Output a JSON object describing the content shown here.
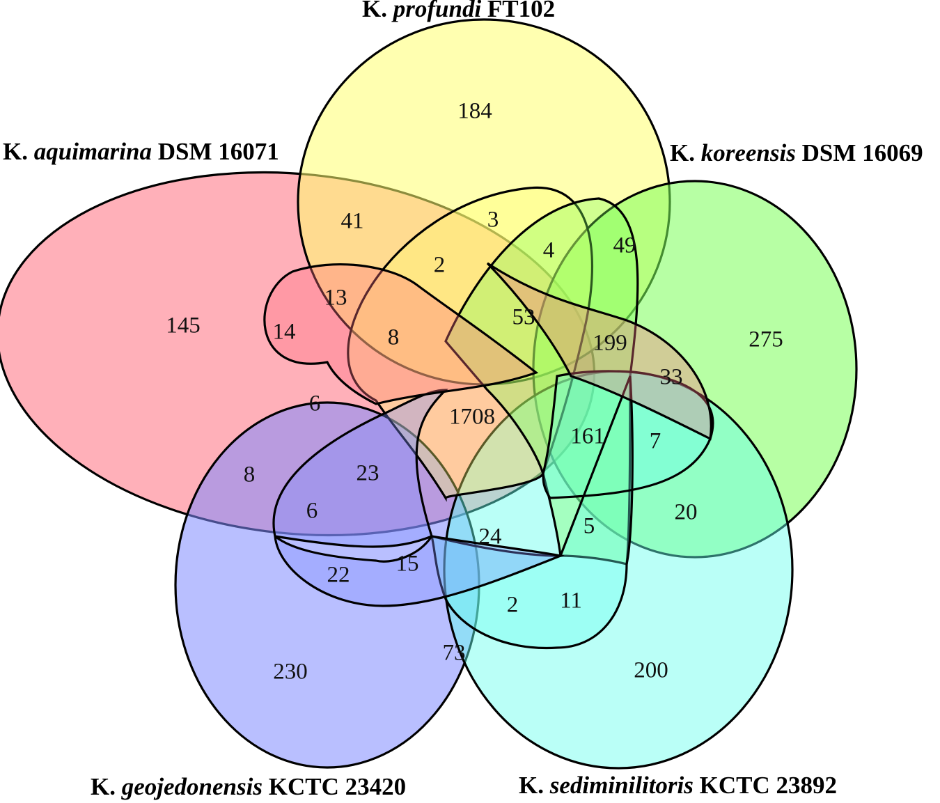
{
  "sets": [
    {
      "id": "aquimarina",
      "prefix": "K. ",
      "species": "aquimarina",
      "suffix": " DSM 16071",
      "color": "#ff7080"
    },
    {
      "id": "profundi",
      "prefix": "K. ",
      "species": "profundi",
      "suffix": " FT102",
      "color": "#ffff70"
    },
    {
      "id": "koreensis",
      "prefix": "K. ",
      "species": "koreensis",
      "suffix": " DSM 16069",
      "color": "#7cff5a"
    },
    {
      "id": "sediminilitoris",
      "prefix": "K. ",
      "species": "sediminilitoris",
      "suffix": " KCTC 23892",
      "color": "#66ffee"
    },
    {
      "id": "geojedonensis",
      "prefix": "K. ",
      "species": "geojedonensis",
      "suffix": " KCTC 23420",
      "color": "#7f8bff"
    }
  ],
  "regions": [
    {
      "value": "184"
    },
    {
      "value": "145"
    },
    {
      "value": "275"
    },
    {
      "value": "230"
    },
    {
      "value": "200"
    },
    {
      "value": "41"
    },
    {
      "value": "3"
    },
    {
      "value": "49"
    },
    {
      "value": "4"
    },
    {
      "value": "2"
    },
    {
      "value": "13"
    },
    {
      "value": "14"
    },
    {
      "value": "8"
    },
    {
      "value": "53"
    },
    {
      "value": "199"
    },
    {
      "value": "33"
    },
    {
      "value": "1708"
    },
    {
      "value": "6"
    },
    {
      "value": "161"
    },
    {
      "value": "7"
    },
    {
      "value": "8"
    },
    {
      "value": "23"
    },
    {
      "value": "6"
    },
    {
      "value": "20"
    },
    {
      "value": "5"
    },
    {
      "value": "24"
    },
    {
      "value": "15"
    },
    {
      "value": "22"
    },
    {
      "value": "2"
    },
    {
      "value": "11"
    },
    {
      "value": "73"
    }
  ]
}
